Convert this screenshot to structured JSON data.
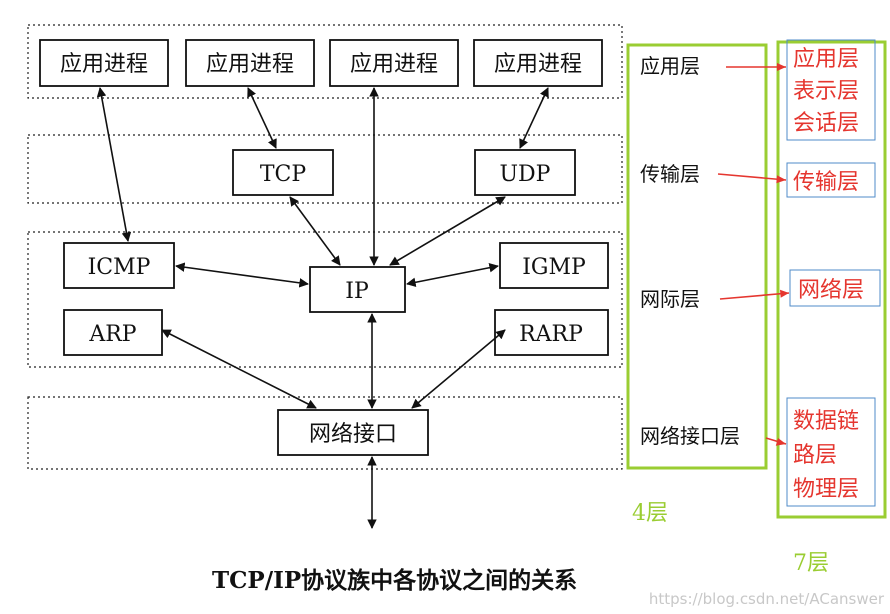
{
  "colors": {
    "ink": "#111111",
    "green": "#9acd32",
    "red": "#e5362f",
    "blue_box": "#4f8bc9",
    "watermark": "#c8c8c8"
  },
  "app_processes": [
    "应用进程",
    "应用进程",
    "应用进程",
    "应用进程"
  ],
  "protocols": {
    "tcp": "TCP",
    "udp": "UDP",
    "icmp": "ICMP",
    "igmp": "IGMP",
    "ip": "IP",
    "arp": "ARP",
    "rarp": "RARP",
    "netif": "网络接口"
  },
  "layers4": [
    "应用层",
    "传输层",
    "网际层",
    "网络接口层"
  ],
  "layers7": [
    [
      "应用层",
      "表示层",
      "会话层"
    ],
    [
      "传输层"
    ],
    [
      "网络层"
    ],
    [
      "数据链",
      "路层",
      "物理层"
    ]
  ],
  "label_4": "4层",
  "label_7": "7层",
  "caption": "TCP/IP协议族中各协议之间的关系",
  "watermark": "https://blog.csdn.net/ACanswer"
}
